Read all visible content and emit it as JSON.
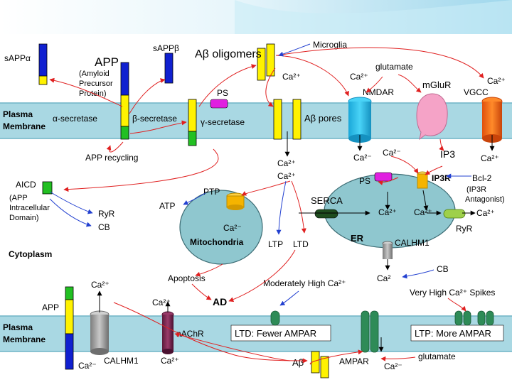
{
  "colors": {
    "membrane": "#a9d8e3",
    "membrane_line": "#6fb4c6",
    "arrow_red": "#e02020",
    "arrow_blue": "#2240d0",
    "er": "#8fc7cf",
    "mitochondria": "#8fc7cf",
    "header_blue": "#bfe6f4"
  },
  "membranes": {
    "top_label_line1": "Plasma",
    "top_label_line2": "Membrane",
    "bottom_label_line1": "Plasma",
    "bottom_label_line2": "Membrane",
    "cytoplasm": "Cytoplasm"
  },
  "labels": {
    "sapp_alpha": "sAPPα",
    "app": "APP",
    "app_full_1": "(Amyloid",
    "app_full_2": "Precursor",
    "app_full_3": "Protein)",
    "sapp_beta": "sAPPβ",
    "ab_oligomers": "Aβ oligomers",
    "microglia": "Microglia",
    "ps_top": "PS",
    "alpha_secretase": "α-secretase",
    "beta_secretase": "β-secretase",
    "gamma_secretase": "γ-secretase",
    "ca_pore_top": "Ca²⁺",
    "ab_pores": "Aβ pores",
    "ca_nmdar": "Ca²⁺",
    "glutamate_top": "glutamate",
    "nmdar": "NMDAR",
    "mglur": "mGluR",
    "ca_vgcc": "Ca²⁺",
    "vgcc": "VGCC",
    "app_recycling": "APP recycling",
    "ca_under_pore_1": "Ca²⁺",
    "ca_under_pore_2": "Ca²⁺",
    "ca_under_nmdar": "Ca²⁻",
    "ca_er_top": "Ca²⁻",
    "ip3": "IP3",
    "ca_under_vgcc": "Ca²⁺",
    "aicd": "AICD",
    "aicd_full_1": "(APP",
    "aicd_full_2": "Intracellular",
    "aicd_full_3": "Domain)",
    "ryr_left": "RyR",
    "cb_left": "CB",
    "ptp": "PTP",
    "atp": "ATP",
    "ca_mito": "Ca²⁻",
    "mitochondria": "Mitochondria",
    "ps_er": "PS",
    "ip3r": "IP3R",
    "bcl2": "Bcl-2",
    "ip3r_antag_1": "(IP3R",
    "ip3r_antag_2": "Antagonist)",
    "serca": "SERCA",
    "ca_er_1": "Ca²⁺",
    "ca_er_2": "Ca²⁺",
    "ca_er_right": "Ca²⁺",
    "ryr_er": "RyR",
    "er": "ER",
    "calhm1_er": "CALHM1",
    "ltp": "LTP",
    "ltd": "LTD",
    "apoptosis": "Apoptosis",
    "ad": "AD",
    "mod_high_ca": "Moderately High Ca²⁺",
    "ca_below_calhm": "Ca²",
    "cb_right": "CB",
    "very_high_ca": "Very High Ca²⁺ Spikes",
    "app_bottom": "APP",
    "ca_bottom_1": "Ca²⁺",
    "ca_bottom_2": "Ca²⁺",
    "nachr": "nAChR",
    "ltd_box": "LTD: Fewer AMPAR",
    "ltp_box": "LTP: More AMPAR",
    "ca_calhm_bottom": "Ca²⁻",
    "calhm1_bottom": "CALHM1",
    "ca_nachr_bottom": "Ca²⁺",
    "ab_bottom": "Aβ",
    "ampar": "AMPAR",
    "ca_ampar": "Ca²⁻",
    "glutamate_bottom": "glutamate"
  }
}
